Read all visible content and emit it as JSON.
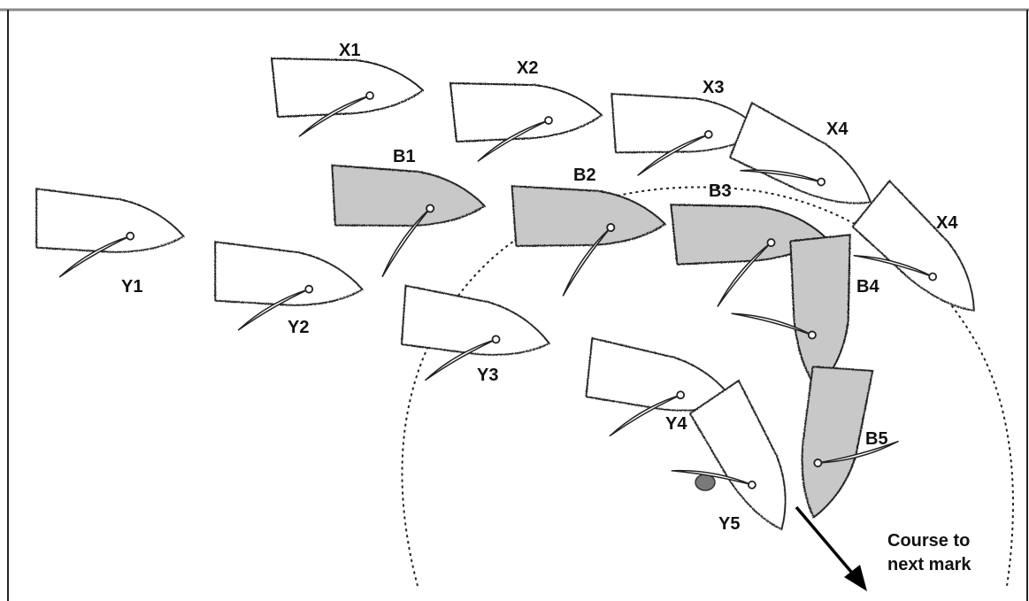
{
  "colors": {
    "frame_top": "#8a8a8a",
    "frame": "#222222",
    "boat_white": "#ffffff",
    "boat_grey": "#c8c8c8",
    "outline": "#222222",
    "mark": "#7a7a7a"
  },
  "icons": {
    "boat": "boat-icon",
    "mark": "mark-buoy-icon",
    "arrow": "course-arrow-icon"
  },
  "boats": [
    {
      "id": "X1",
      "label": "X1",
      "fill": "white"
    },
    {
      "id": "X2",
      "label": "X2",
      "fill": "white"
    },
    {
      "id": "X3",
      "label": "X3",
      "fill": "white"
    },
    {
      "id": "X4a",
      "label": "X4",
      "fill": "white"
    },
    {
      "id": "X4b",
      "label": "X4",
      "fill": "white"
    },
    {
      "id": "B1",
      "label": "B1",
      "fill": "grey"
    },
    {
      "id": "B2",
      "label": "B2",
      "fill": "grey"
    },
    {
      "id": "B3",
      "label": "B3",
      "fill": "grey"
    },
    {
      "id": "B4",
      "label": "B4",
      "fill": "grey"
    },
    {
      "id": "B5",
      "label": "B5",
      "fill": "grey"
    },
    {
      "id": "Y1",
      "label": "Y1",
      "fill": "white"
    },
    {
      "id": "Y2",
      "label": "Y2",
      "fill": "white"
    },
    {
      "id": "Y3",
      "label": "Y3",
      "fill": "white"
    },
    {
      "id": "Y4",
      "label": "Y4",
      "fill": "white"
    },
    {
      "id": "Y5",
      "label": "Y5",
      "fill": "white"
    }
  ],
  "course_label_line1": "Course to",
  "course_label_line2": "next mark"
}
